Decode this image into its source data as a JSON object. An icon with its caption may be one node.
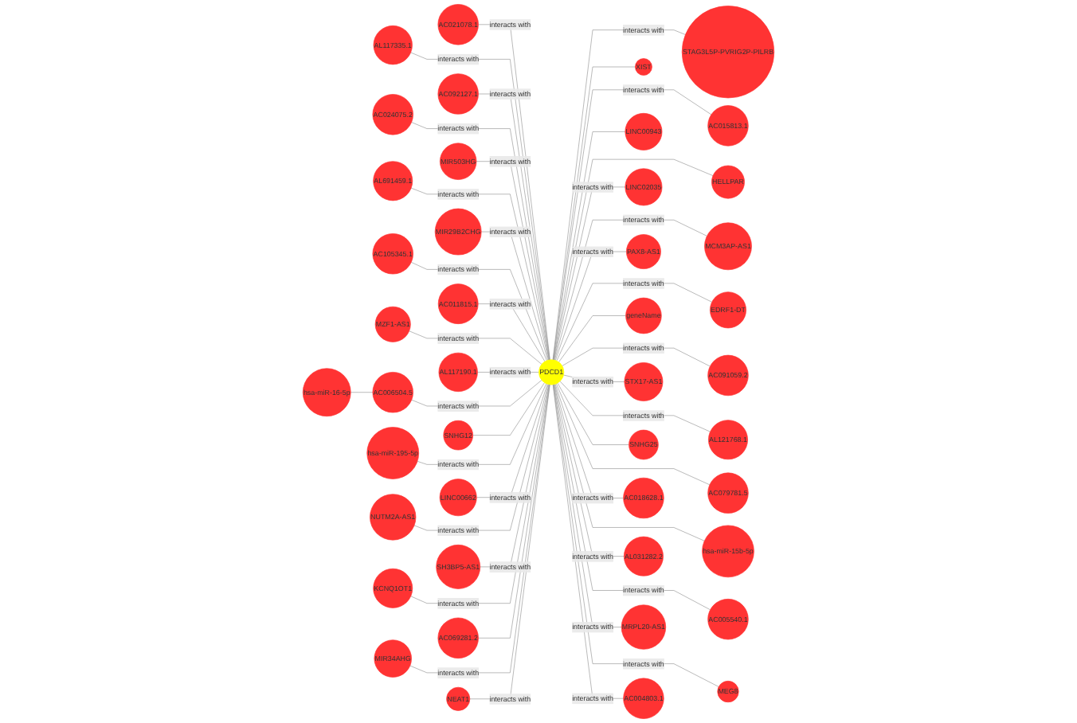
{
  "diagram": {
    "nodes": [
      {
        "text": [
          "AC021078.1"
        ]
      },
      {
        "text": [
          "AL117335.1"
        ]
      },
      {
        "text": [
          "AC092127.1"
        ]
      },
      {
        "text": [
          "AC024075.2"
        ]
      },
      {
        "text": [
          "MIR503HG"
        ]
      },
      {
        "text": [
          "hsa-miR-16-5p"
        ]
      },
      {
        "text": [
          "AL691459.1"
        ]
      },
      {
        "text": [
          "MIR29B2CHG"
        ]
      },
      {
        "text": [
          "AC105345.1"
        ]
      },
      {
        "text": [
          "AC011815.1"
        ]
      },
      {
        "text": [
          "MZF1-AS1"
        ]
      },
      {
        "text": [
          "AL117190.1"
        ]
      },
      {
        "text": [
          "AC006504.5"
        ]
      },
      {
        "text": [
          "SNHG12"
        ]
      },
      {
        "text": [
          "hsa-miR-195-5p"
        ]
      },
      {
        "text": [
          "LINC00662"
        ]
      },
      {
        "text": [
          "NUTM2A-AS1"
        ]
      },
      {
        "text": [
          "SH3BP5-AS1"
        ]
      },
      {
        "text": [
          "KCNQ1OT1"
        ]
      },
      {
        "text": [
          "AC069281.2"
        ]
      },
      {
        "text": [
          "MIR34AHG"
        ]
      },
      {
        "text": [
          "NEAT1"
        ]
      },
      {
        "text": [
          "XIST"
        ]
      },
      {
        "text": [
          "LINC00943"
        ]
      },
      {
        "text": [
          "PDCD1"
        ]
      },
      {
        "text": [
          "LINC02035"
        ]
      },
      {
        "text": [
          "PAX8-AS1"
        ]
      },
      {
        "text": [
          "geneName"
        ]
      },
      {
        "text": [
          "STX17-AS1"
        ]
      },
      {
        "text": [
          "SNHG25"
        ]
      },
      {
        "text": [
          "AC018628.1"
        ]
      },
      {
        "text": [
          "AL031282.2"
        ]
      },
      {
        "text": [
          "MRPL20-AS1"
        ]
      },
      {
        "text": [
          "AC004803.1"
        ]
      },
      {
        "text": [
          "STAG3L5P-PVRIG2P-PILRB"
        ]
      },
      {
        "text": [
          "AC015813.1"
        ]
      },
      {
        "text": [
          "HELLPAR"
        ]
      },
      {
        "text": [
          "MCM3AP-AS1"
        ]
      },
      {
        "text": [
          "EDRF1-DT"
        ]
      },
      {
        "text": [
          "AC091059.2"
        ]
      },
      {
        "text": [
          "AL121768.1"
        ]
      },
      {
        "text": [
          "AC079781.5"
        ]
      },
      {
        "text": [
          "hsa-miR-15b-5p"
        ]
      },
      {
        "text": [
          "AC005540.1"
        ]
      },
      {
        "text": [
          "MEG8"
        ]
      }
    ],
    "edges": [
      {
        "from": 0,
        "to": 24,
        "arrow": "none",
        "label": "interacts with"
      },
      {
        "from": 1,
        "to": 24,
        "arrow": "none",
        "label": "interacts with"
      },
      {
        "from": 2,
        "to": 24,
        "arrow": "none",
        "label": "interacts with"
      },
      {
        "from": 3,
        "to": 24,
        "arrow": "none",
        "label": "interacts with"
      },
      {
        "from": 4,
        "to": 24,
        "arrow": "none",
        "label": "interacts with"
      },
      {
        "from": 5,
        "to": 12,
        "arrow": "none"
      },
      {
        "from": 6,
        "to": 24,
        "arrow": "none",
        "label": "interacts with"
      },
      {
        "from": 7,
        "to": 24,
        "arrow": "none",
        "label": "interacts with"
      },
      {
        "from": 8,
        "to": 24,
        "arrow": "none",
        "label": "interacts with"
      },
      {
        "from": 9,
        "to": 24,
        "arrow": "none",
        "label": "interacts with"
      },
      {
        "from": 10,
        "to": 24,
        "arrow": "none",
        "label": "interacts with"
      },
      {
        "from": 11,
        "to": 24,
        "arrow": "none",
        "label": "interacts with"
      },
      {
        "from": 12,
        "to": 24,
        "arrow": "none",
        "label": "interacts with"
      },
      {
        "from": 13,
        "to": 24,
        "arrow": "none"
      },
      {
        "from": 14,
        "to": 24,
        "arrow": "none",
        "label": "interacts with"
      },
      {
        "from": 15,
        "to": 24,
        "arrow": "none",
        "label": "interacts with"
      },
      {
        "from": 16,
        "to": 24,
        "arrow": "none",
        "label": "interacts with"
      },
      {
        "from": 17,
        "to": 24,
        "arrow": "none",
        "label": "interacts with"
      },
      {
        "from": 18,
        "to": 24,
        "arrow": "none",
        "label": "interacts with"
      },
      {
        "from": 19,
        "to": 24,
        "arrow": "none"
      },
      {
        "from": 20,
        "to": 24,
        "arrow": "none",
        "label": "interacts with"
      },
      {
        "from": 21,
        "to": 24,
        "arrow": "none",
        "label": "interacts with"
      },
      {
        "from": 24,
        "to": 22,
        "arrow": "none"
      },
      {
        "from": 24,
        "to": 23,
        "arrow": "none"
      },
      {
        "from": 24,
        "to": 25,
        "arrow": "none",
        "label": "interacts with"
      },
      {
        "from": 24,
        "to": 26,
        "arrow": "none",
        "label": "interacts with"
      },
      {
        "from": 24,
        "to": 27,
        "arrow": "none"
      },
      {
        "from": 24,
        "to": 28,
        "arrow": "none",
        "label": "interacts with"
      },
      {
        "from": 24,
        "to": 29,
        "arrow": "none"
      },
      {
        "from": 24,
        "to": 30,
        "arrow": "none",
        "label": "interacts with"
      },
      {
        "from": 24,
        "to": 31,
        "arrow": "none",
        "label": "interacts with"
      },
      {
        "from": 24,
        "to": 32,
        "arrow": "none",
        "label": "interacts with"
      },
      {
        "from": 24,
        "to": 33,
        "arrow": "none",
        "label": "interacts with"
      },
      {
        "from": 24,
        "to": 34,
        "arrow": "none",
        "label": "interacts with"
      },
      {
        "from": 24,
        "to": 35,
        "arrow": "none",
        "label": "interacts with"
      },
      {
        "from": 24,
        "to": 36,
        "arrow": "none"
      },
      {
        "from": 24,
        "to": 37,
        "arrow": "none",
        "label": "interacts with"
      },
      {
        "from": 24,
        "to": 38,
        "arrow": "none",
        "label": "interacts with"
      },
      {
        "from": 24,
        "to": 39,
        "arrow": "none",
        "label": "interacts with"
      },
      {
        "from": 24,
        "to": 40,
        "arrow": "none",
        "label": "interacts with"
      },
      {
        "from": 24,
        "to": 41,
        "arrow": "none"
      },
      {
        "from": 24,
        "to": 42,
        "arrow": "none"
      },
      {
        "from": 24,
        "to": 43,
        "arrow": "none",
        "label": "interacts with"
      },
      {
        "from": 24,
        "to": 44,
        "arrow": "none",
        "label": "interacts with"
      }
    ]
  }
}
